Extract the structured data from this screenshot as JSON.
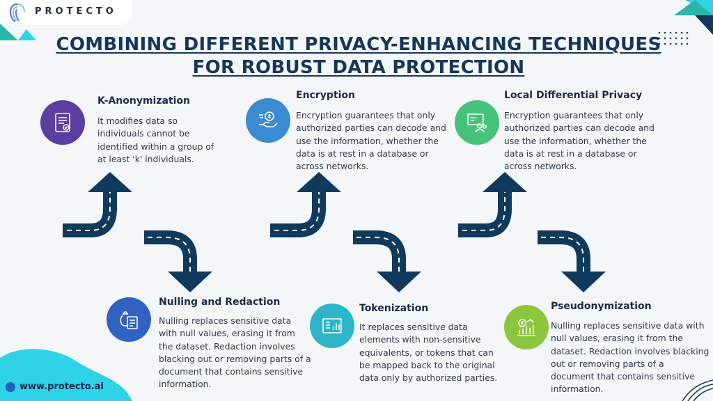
{
  "brand": {
    "name": "PROTECTO",
    "website": "www.protecto.ai"
  },
  "title": {
    "line1": "COMBINING DIFFERENT PRIVACY-ENHANCING TECHNIQUES",
    "line2": "FOR ROBUST DATA PROTECTION"
  },
  "colors": {
    "title": "#16375a",
    "arrow": "#0f3a5c",
    "purple": "#5a3fa0",
    "blue": "#3a8bd0",
    "green": "#46c37b",
    "royal": "#2f62c3",
    "teal": "#2db5c8",
    "lime": "#8cc63f",
    "accent_teal": "#2ab7a9",
    "accent_cyan": "#2fd3e8"
  },
  "cards": {
    "kanon": {
      "icon": "document-checklist-icon",
      "title": "K-Anonymization",
      "lines": [
        "It modifies data so",
        "individuals cannot be",
        "identified within a group of",
        "at least 'k' individuals."
      ]
    },
    "encryption": {
      "icon": "hand-coin-icon",
      "title": "Encryption",
      "lines": [
        "Encryption guarantees that only",
        "authorized parties can decode and",
        "use the information, whether the",
        "data is at rest in a database or",
        "across networks."
      ]
    },
    "ldp": {
      "icon": "presentation-people-icon",
      "title": "Local Differential Privacy",
      "lines": [
        "Encryption guarantees that only",
        "authorized parties can decode and",
        "use the information, whether the",
        "data is at rest in a database or",
        "across networks."
      ]
    },
    "nulling": {
      "icon": "money-bag-document-icon",
      "title": "Nulling and Redaction",
      "lines": [
        "Nulling replaces sensitive data",
        "with null values, erasing it from",
        "the dataset. Redaction involves",
        "blacking out or removing parts of a",
        "document that contains sensitive",
        "information."
      ]
    },
    "tokenization": {
      "icon": "report-chart-icon",
      "title": "Tokenization",
      "lines": [
        "It replaces sensitive data",
        "elements with non-sensitive",
        "equivalents, or tokens that can",
        "be mapped back to the original",
        "data only by authorized parties."
      ]
    },
    "pseudo": {
      "icon": "finance-chart-icon",
      "title": "Pseudonymization",
      "lines": [
        "Nulling replaces sensitive data with",
        "null values, erasing it from the",
        "dataset. Redaction involves blacking",
        "out or removing parts of a",
        "document that contains sensitive",
        "information."
      ]
    }
  }
}
